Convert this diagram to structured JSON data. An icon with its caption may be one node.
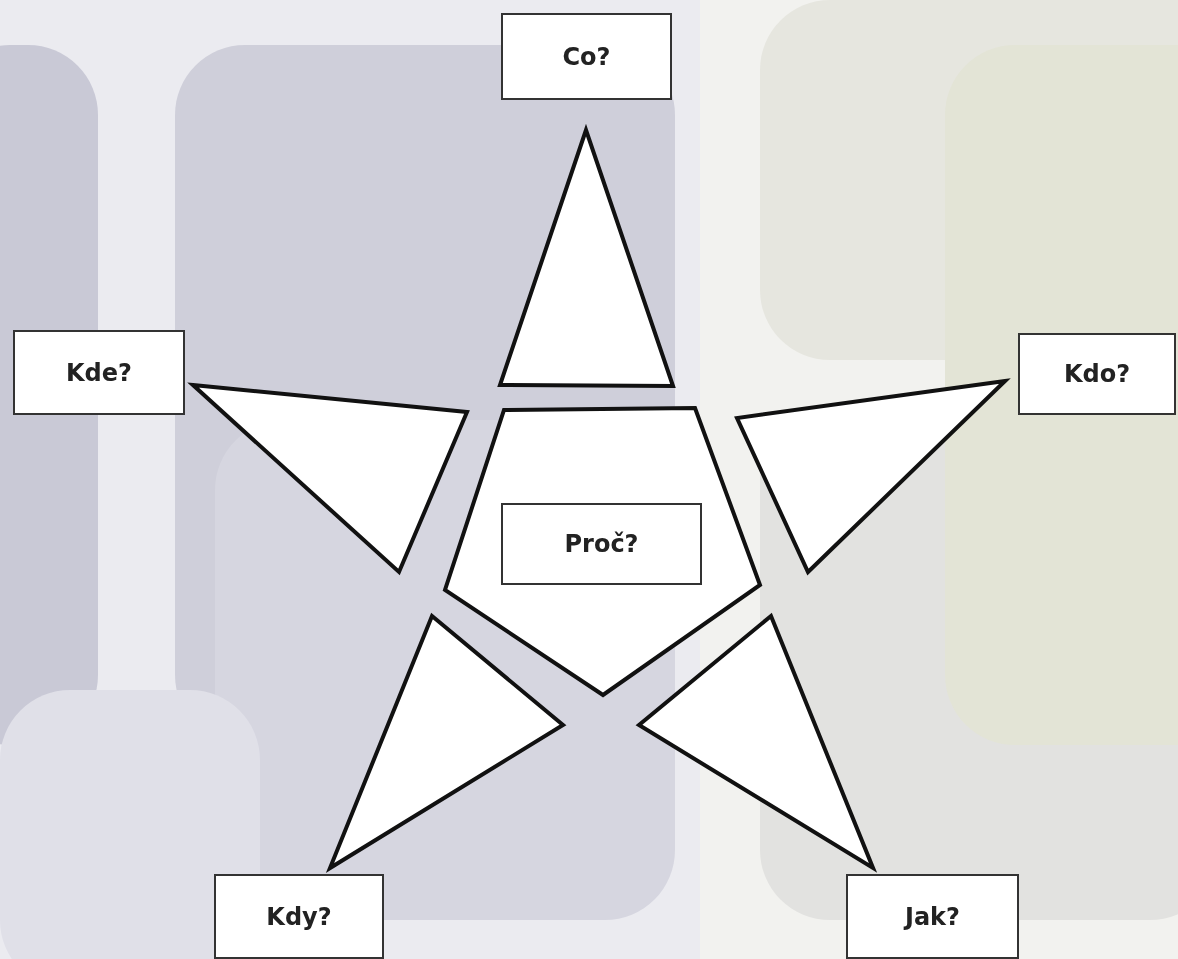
{
  "diagram": {
    "nodes": [
      {
        "text": [
          "Co?"
        ]
      },
      {
        "text": [
          "Kde?"
        ]
      },
      {
        "text": [
          "Kdo?"
        ]
      },
      {
        "text": [
          "Proč?"
        ]
      },
      {
        "text": [
          "Kdy?"
        ]
      },
      {
        "text": [
          "Jak?"
        ]
      }
    ]
  }
}
